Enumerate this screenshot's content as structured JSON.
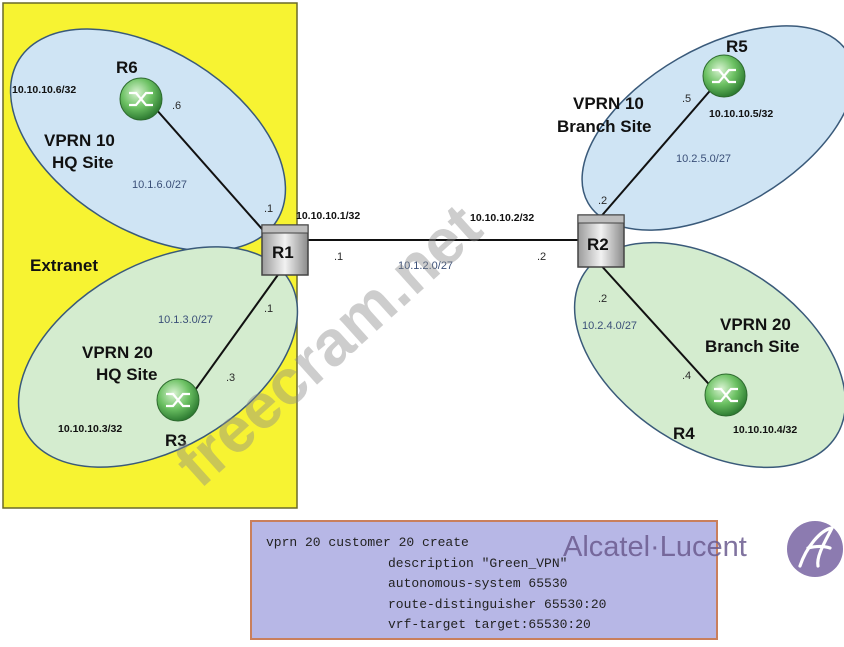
{
  "diagram": {
    "extranet_label": "Extranet",
    "sites": [
      {
        "id": "hq10",
        "line1": "VPRN 10",
        "line2": "HQ Site"
      },
      {
        "id": "hq20",
        "line1": "VPRN 20",
        "line2": "HQ Site"
      },
      {
        "id": "br10",
        "line1": "VPRN 10",
        "line2": "Branch Site"
      },
      {
        "id": "br20",
        "line1": "VPRN 20",
        "line2": "Branch Site"
      }
    ],
    "routers": [
      {
        "id": "R1",
        "label": "R1",
        "loopback": "10.10.10.1/32"
      },
      {
        "id": "R2",
        "label": "R2",
        "loopback": "10.10.10.2/32"
      },
      {
        "id": "R3",
        "label": "R3",
        "loopback": "10.10.10.3/32"
      },
      {
        "id": "R4",
        "label": "R4",
        "loopback": "10.10.10.4/32"
      },
      {
        "id": "R5",
        "label": "R5",
        "loopback": "10.10.10.5/32"
      },
      {
        "id": "R6",
        "label": "R6",
        "loopback": "10.10.10.6/32"
      }
    ],
    "links": [
      {
        "id": "r1-r6",
        "subnet": "10.1.6.0/27",
        "if_a": ".1",
        "if_b": ".6"
      },
      {
        "id": "r1-r3",
        "subnet": "10.1.3.0/27",
        "if_a": ".1",
        "if_b": ".3"
      },
      {
        "id": "r1-r2",
        "subnet": "10.1.2.0/27",
        "if_a": ".1",
        "if_b": ".2"
      },
      {
        "id": "r2-r5",
        "subnet": "10.2.5.0/27",
        "if_a": ".2",
        "if_b": ".5"
      },
      {
        "id": "r2-r4",
        "subnet": "10.2.4.0/27",
        "if_a": ".2",
        "if_b": ".4"
      }
    ],
    "watermark": "freecram.net",
    "brand": "Alcatel·Lucent",
    "config_lines": [
      "vprn 20 customer 20 create",
      "description \"Green_VPN\"",
      "autonomous-system 65530",
      "route-distinguisher 65530:20",
      "vrf-target target:65530:20"
    ],
    "colors": {
      "extranet": "#f7f332",
      "site_vprn10": "#cfe4f4",
      "site_vprn20": "#d4eccf",
      "config_bg": "#b7b7e6",
      "config_border": "#c97f5c",
      "router_green": "#5fb35a"
    }
  }
}
